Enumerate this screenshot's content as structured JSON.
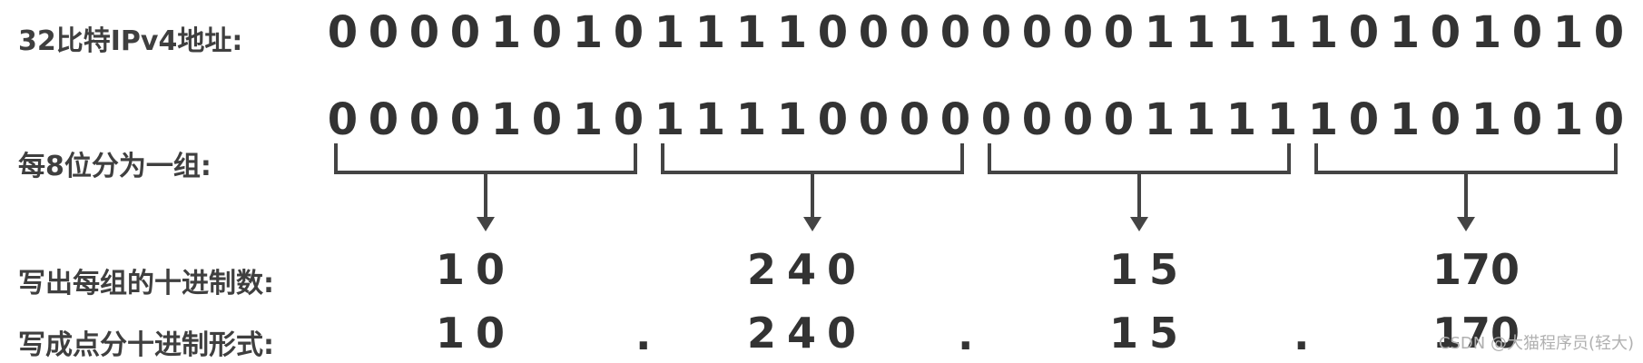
{
  "labels": {
    "row1": "32比特IPv4地址:",
    "row2": "每8位分为一组:",
    "row3": "写出每组的十进制数:",
    "row4": "写成点分十进制形式:"
  },
  "bits32": "00001010111100000000111110101010",
  "groups": [
    "00001010",
    "11110000",
    "00001111",
    "10101010"
  ],
  "decimals": [
    "10",
    "240",
    "15",
    "170"
  ],
  "dotted": {
    "values": [
      "10",
      "240",
      "15",
      "170"
    ],
    "separator": "."
  },
  "watermark": "CSDN @大猫程序员(轻大)",
  "colors": {
    "text": "#333333",
    "bracket": "#444444"
  }
}
